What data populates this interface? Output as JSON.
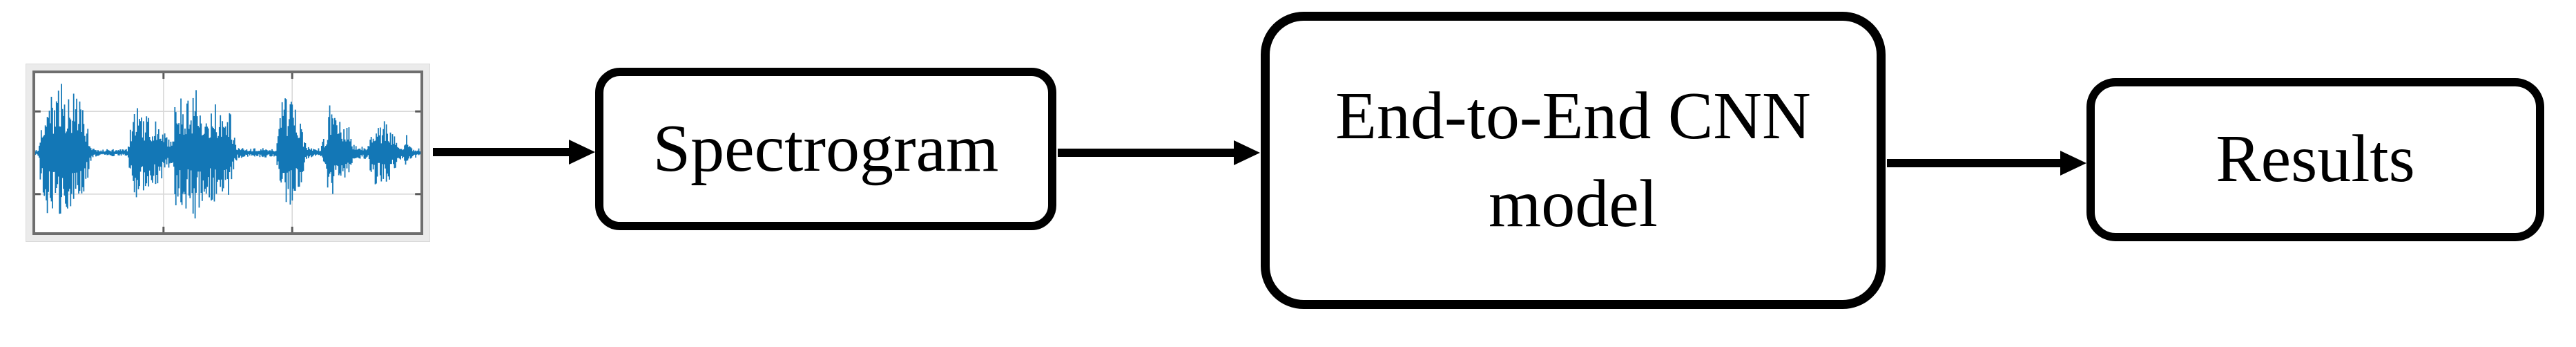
{
  "figure": {
    "type": "flow-diagram"
  },
  "nodes": {
    "waveform": {
      "kind": "plot",
      "alt": "audio signal waveform"
    },
    "spectrogram": {
      "label": "Spectrogram"
    },
    "cnn": {
      "label": "End-to-End CNN\nmodel"
    },
    "results": {
      "label": "Results"
    }
  },
  "colors": {
    "background": "#ffffff",
    "box_fill": "#ffffff",
    "box_border": "#000000",
    "arrow": "#000000",
    "text": "#000000"
  },
  "waveform": {
    "color": "#1377b6",
    "frame_color": "#6e6e6e",
    "panel_background": "#ebebeb",
    "plot_background": "#ffffff",
    "grid_color": "#d8d8d8",
    "tick_color": "#5a5a5a",
    "grid": {
      "vertical": [
        0.333,
        0.667
      ],
      "horizontal": [
        0.24,
        0.5,
        0.76
      ]
    },
    "seed": 7,
    "envelope": [
      [
        0,
        0.04
      ],
      [
        0.01,
        0.05
      ],
      [
        0.015,
        0.65
      ],
      [
        0.03,
        0.9
      ],
      [
        0.05,
        0.8
      ],
      [
        0.065,
        1.0
      ],
      [
        0.08,
        0.85
      ],
      [
        0.1,
        0.95
      ],
      [
        0.115,
        0.8
      ],
      [
        0.13,
        0.55
      ],
      [
        0.145,
        0.1
      ],
      [
        0.16,
        0.05
      ],
      [
        0.24,
        0.05
      ],
      [
        0.25,
        0.45
      ],
      [
        0.26,
        0.7
      ],
      [
        0.275,
        0.5
      ],
      [
        0.29,
        0.6
      ],
      [
        0.3,
        0.45
      ],
      [
        0.315,
        0.5
      ],
      [
        0.33,
        0.35
      ],
      [
        0.345,
        0.2
      ],
      [
        0.355,
        0.3
      ],
      [
        0.365,
        0.75
      ],
      [
        0.385,
        0.85
      ],
      [
        0.4,
        0.7
      ],
      [
        0.415,
        0.95
      ],
      [
        0.43,
        0.8
      ],
      [
        0.445,
        0.6
      ],
      [
        0.46,
        0.75
      ],
      [
        0.475,
        0.65
      ],
      [
        0.49,
        0.8
      ],
      [
        0.505,
        0.7
      ],
      [
        0.515,
        0.3
      ],
      [
        0.525,
        0.08
      ],
      [
        0.56,
        0.06
      ],
      [
        0.6,
        0.07
      ],
      [
        0.625,
        0.06
      ],
      [
        0.635,
        0.5
      ],
      [
        0.645,
        0.95
      ],
      [
        0.655,
        0.7
      ],
      [
        0.67,
        0.8
      ],
      [
        0.685,
        0.6
      ],
      [
        0.695,
        0.3
      ],
      [
        0.705,
        0.08
      ],
      [
        0.74,
        0.07
      ],
      [
        0.755,
        0.3
      ],
      [
        0.765,
        0.85
      ],
      [
        0.775,
        0.55
      ],
      [
        0.79,
        0.6
      ],
      [
        0.8,
        0.5
      ],
      [
        0.815,
        0.4
      ],
      [
        0.825,
        0.15
      ],
      [
        0.84,
        0.08
      ],
      [
        0.865,
        0.1
      ],
      [
        0.875,
        0.45
      ],
      [
        0.885,
        0.55
      ],
      [
        0.895,
        0.4
      ],
      [
        0.91,
        0.5
      ],
      [
        0.925,
        0.35
      ],
      [
        0.94,
        0.15
      ],
      [
        0.955,
        0.1
      ],
      [
        0.965,
        0.35
      ],
      [
        0.975,
        0.08
      ],
      [
        1,
        0.06
      ]
    ]
  }
}
